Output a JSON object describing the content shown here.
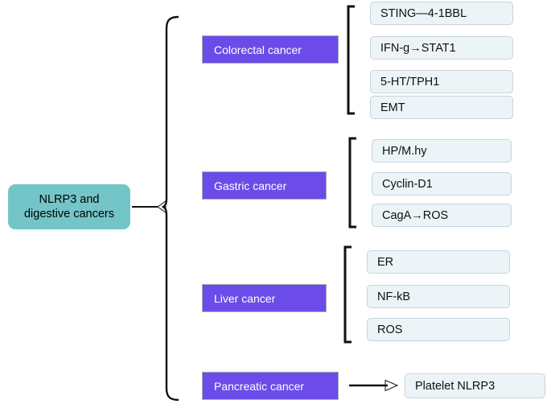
{
  "diagram": {
    "title": "NLRP3 and digestive cancers",
    "root": {
      "line1": "NLRP3 and",
      "line2": "digestive cancers",
      "color": "#74c5c8"
    },
    "category_color": "#6c4ce9",
    "leaf_color": "#edf4f7",
    "branches": [
      {
        "label": "Colorectal cancer",
        "bracket": "square-bracket",
        "leaves": [
          "STING—4-1BBL",
          "IFN-g→STAT1",
          "5-HT/TPH1",
          "EMT"
        ]
      },
      {
        "label": "Gastric cancer",
        "bracket": "square-bracket",
        "leaves": [
          "HP/M.hy",
          "Cyclin-D1",
          "CagA→ROS"
        ]
      },
      {
        "label": "Liver cancer",
        "bracket": "square-bracket",
        "leaves": [
          "ER",
          "NF-kB",
          "ROS"
        ]
      },
      {
        "label": "Pancreatic cancer",
        "bracket": "arrow",
        "leaves": [
          "Platelet NLRP3"
        ]
      }
    ]
  }
}
